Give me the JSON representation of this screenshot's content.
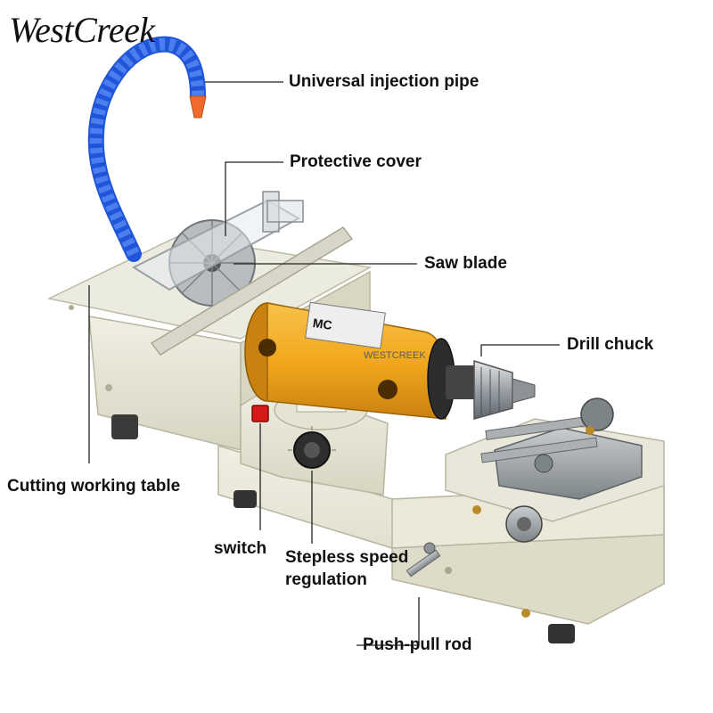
{
  "brand": {
    "logo_text": "WestCreek",
    "watermark": "WESTCREEK"
  },
  "motor": {
    "badge": "MC",
    "sub_badge": "MC"
  },
  "labels": {
    "injection_pipe": "Universal injection pipe",
    "protective_cover": "Protective cover",
    "saw_blade": "Saw blade",
    "drill_chuck": "Drill chuck",
    "cutting_table": "Cutting working table",
    "switch": "switch",
    "speed_regulation_line1": "Stepless speed",
    "speed_regulation_line2": "regulation",
    "push_pull_rod": "Push-pull rod"
  },
  "colors": {
    "body": "#e8e6d6",
    "motor_yellow": "#f2a81d",
    "pipe_blue": "#1f55d8",
    "nozzle_orange": "#ef6a2b",
    "switch_red": "#d61a1a",
    "metal": "#9fa4a8"
  }
}
